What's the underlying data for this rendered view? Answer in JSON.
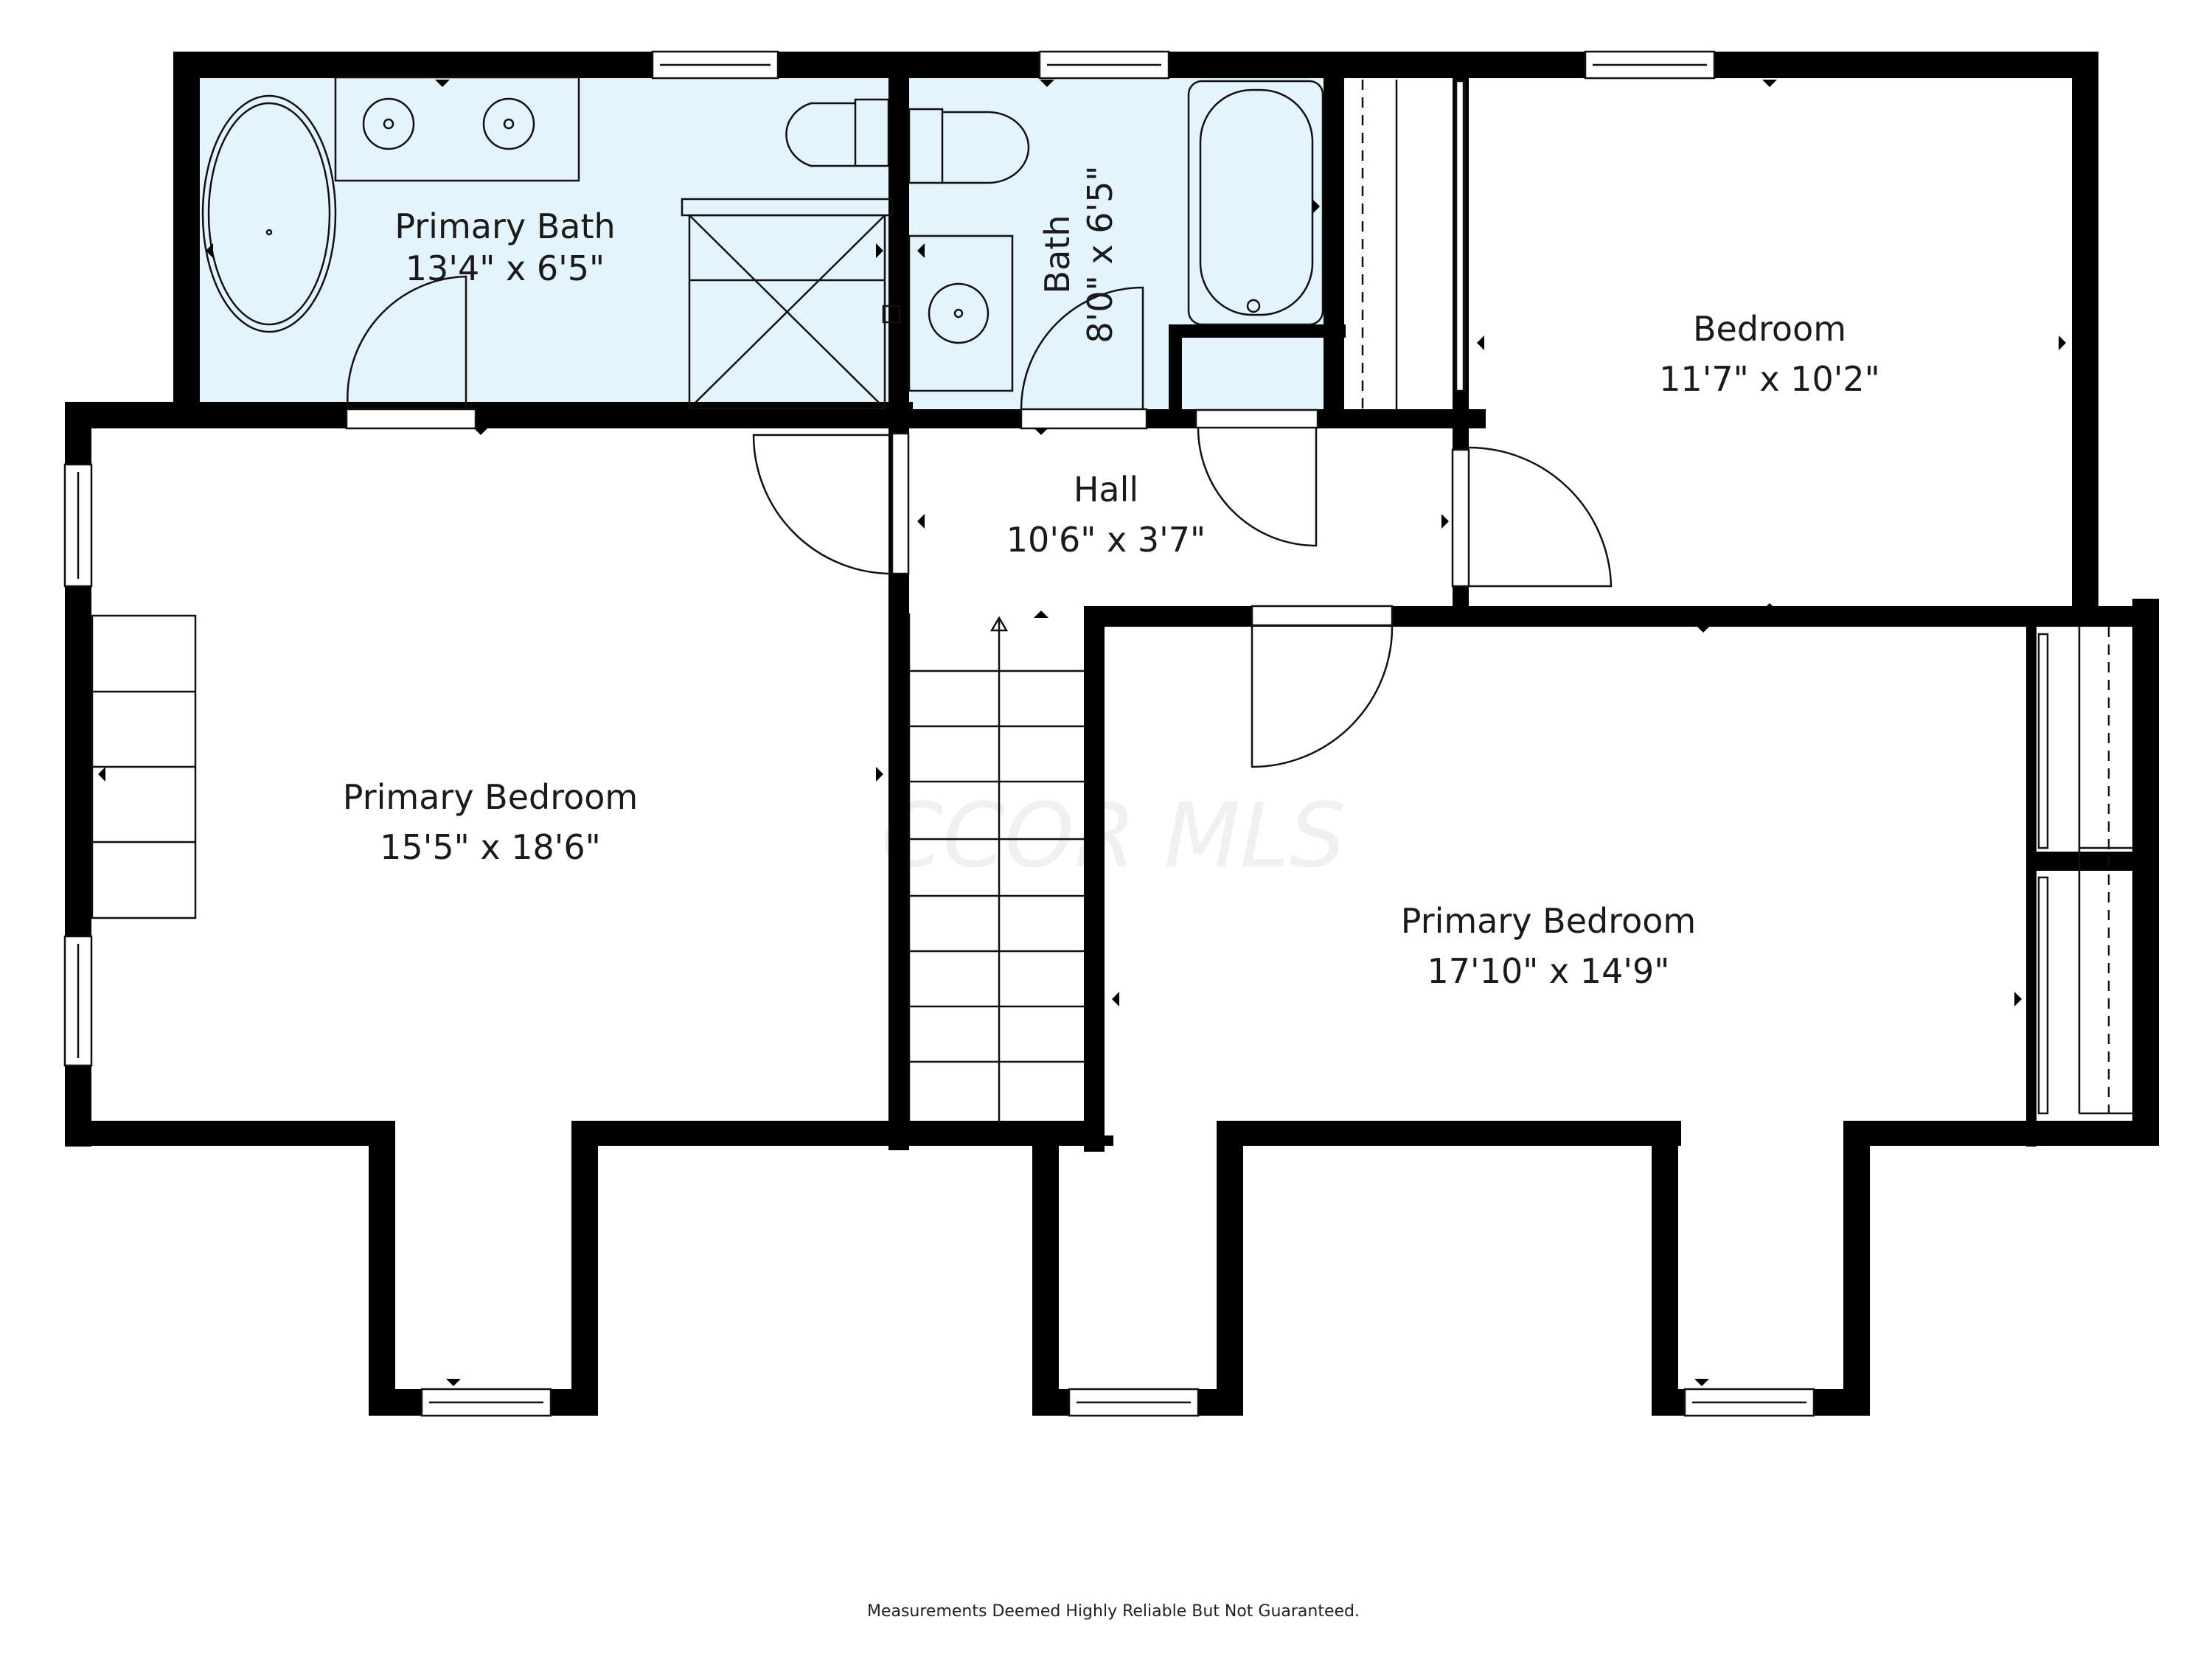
{
  "rooms": {
    "primary_bath": {
      "name": "Primary Bath",
      "dims": "13'4\" x 6'5\""
    },
    "bath": {
      "name": "Bath",
      "dims": "8'0\" x 6'5\""
    },
    "bedroom": {
      "name": "Bedroom",
      "dims": "11'7\" x 10'2\""
    },
    "hall": {
      "name": "Hall",
      "dims": "10'6\" x 3'7\""
    },
    "primary_bedroom_left": {
      "name": "Primary Bedroom",
      "dims": "15'5\" x 18'6\""
    },
    "primary_bedroom_right": {
      "name": "Primary Bedroom",
      "dims": "17'10\" x 14'9\""
    }
  },
  "watermark": "CCOR MLS",
  "footer": "Measurements Deemed Highly Reliable But Not Guaranteed.",
  "colors": {
    "wall": "#000000",
    "bath_fill": "#e4f3fc",
    "floor": "#ffffff"
  }
}
